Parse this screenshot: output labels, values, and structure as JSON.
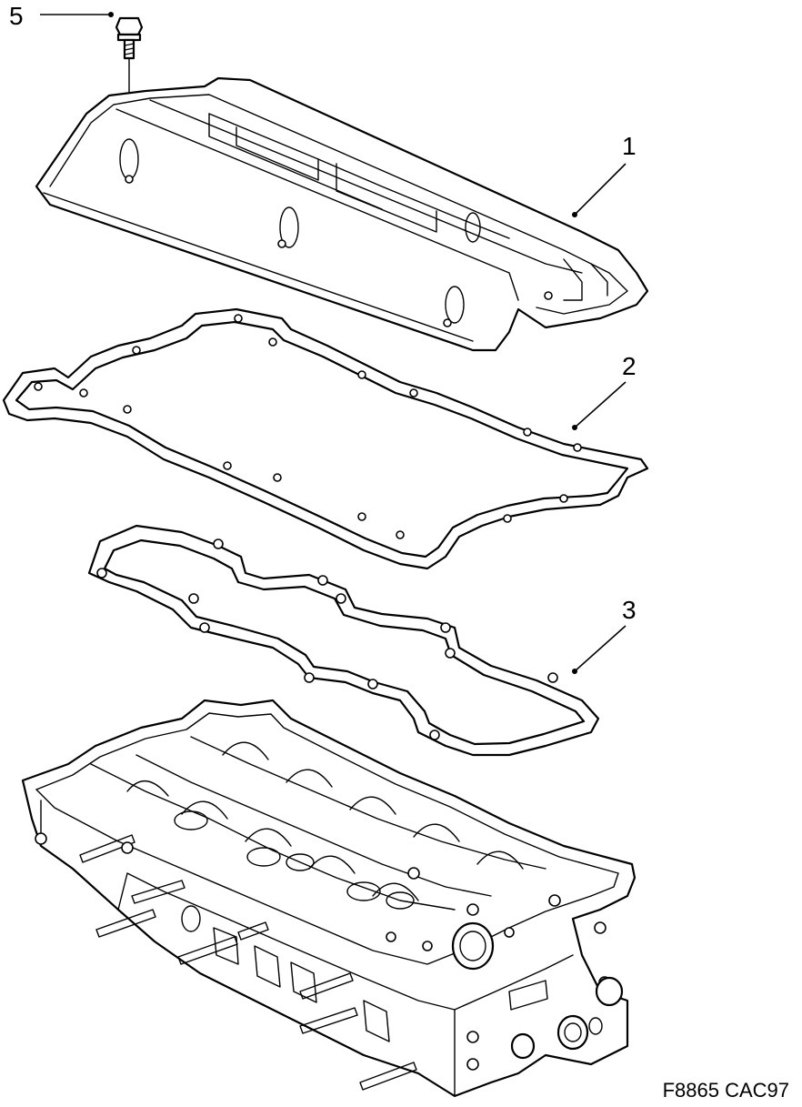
{
  "callouts": {
    "bolt": "5",
    "cover": "1",
    "cover_gasket": "2",
    "plug_gasket": "3"
  },
  "figure_code": "F8865 CAC97"
}
